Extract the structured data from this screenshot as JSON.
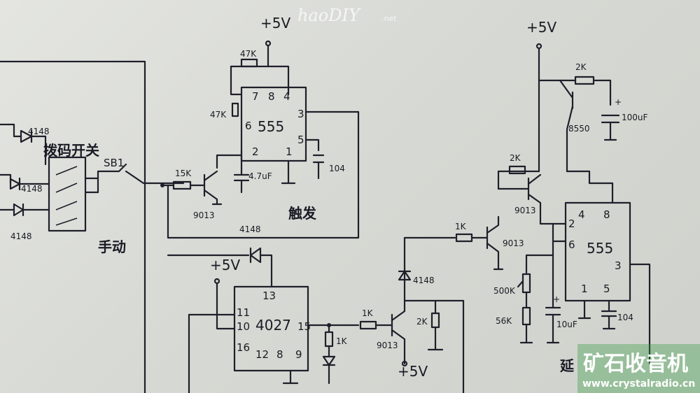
{
  "watermark": {
    "text": "haoDIY",
    "suffix": ".net"
  },
  "brand": {
    "cn": "矿石收音机",
    "url": "www.crystalradio.cn"
  },
  "labels": {
    "vcc": "+5V",
    "sw_label": "拨码开关",
    "manual": "手动",
    "trigger": "触发",
    "delay": "延",
    "sb1": "SB1",
    "ic555": "555",
    "ic4027": "4027",
    "d4148": "4148",
    "r47k": "47K",
    "r15k": "15K",
    "c4u7": "4.7uF",
    "c104": "104",
    "t9013": "9013",
    "t8550": "8550",
    "r1k": "1K",
    "r2k": "2K",
    "r500k": "500K",
    "r56k": "56K",
    "c100u": "100uF",
    "c10u": "10uF",
    "plus": "+"
  },
  "pins": {
    "p1": "1",
    "p2": "2",
    "p3": "3",
    "p4": "4",
    "p5": "5",
    "p6": "6",
    "p7": "7",
    "p8": "8",
    "p9": "9",
    "p10": "10",
    "p11": "11",
    "p12": "12",
    "p13": "13",
    "p15": "15",
    "p16": "16"
  }
}
